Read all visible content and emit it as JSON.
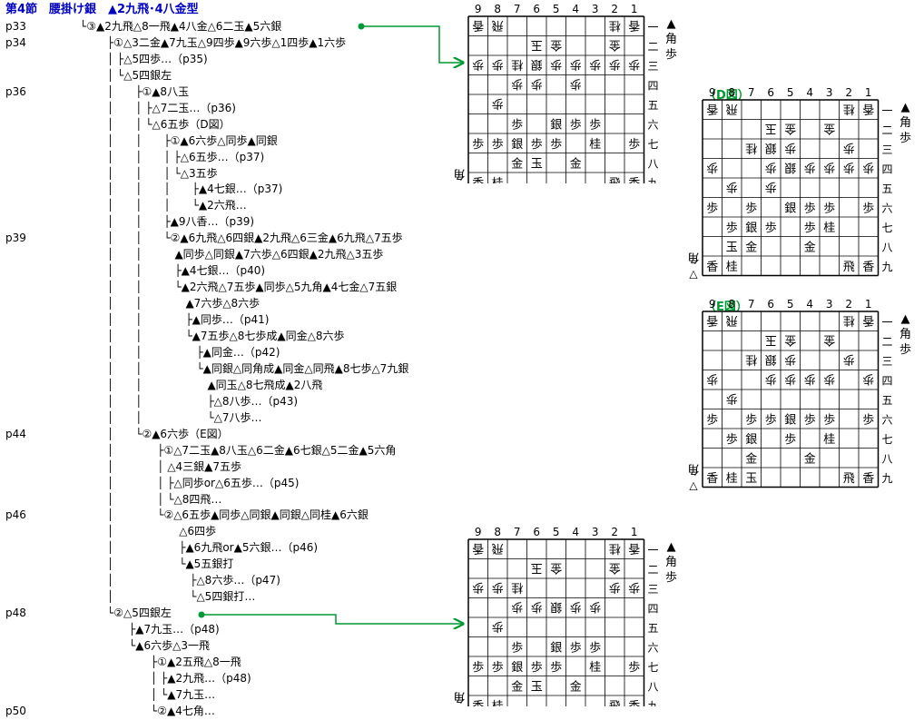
{
  "colors": {
    "title": "#0000c0",
    "figure_label": "#009933",
    "arrow": "#009933",
    "grid": "#000000"
  },
  "tree_lines": [
    {
      "page": "",
      "indent": 0,
      "text": "第4節　腰掛け銀　▲2九飛･4八金型",
      "kind": "head"
    },
    {
      "page": "p33",
      "indent": 88,
      "text": "└③▲2九飛△8一飛▲4八金△6二玉▲5六銀"
    },
    {
      "page": "p34",
      "indent": 118,
      "text": "├①△3二金▲7九玉△9四歩▲9六歩△1四歩▲1六歩"
    },
    {
      "page": "",
      "indent": 118,
      "text": "│ ├△5四歩…（p35)"
    },
    {
      "page": "",
      "indent": 118,
      "text": "│ └△5四銀左"
    },
    {
      "page": "p36",
      "indent": 118,
      "text": "│　　├①▲8八玉"
    },
    {
      "page": "",
      "indent": 118,
      "text": "│　　│ ├△7二玉…（p36)"
    },
    {
      "page": "",
      "indent": 118,
      "text": "│　　│ └△6五歩（D図）"
    },
    {
      "page": "",
      "indent": 118,
      "text": "│　　│　　├①▲6六歩△同歩▲同銀"
    },
    {
      "page": "",
      "indent": 118,
      "text": "│　　│　　│ ├△6五歩…（p37)"
    },
    {
      "page": "",
      "indent": 118,
      "text": "│　　│　　│ └△3五歩"
    },
    {
      "page": "",
      "indent": 118,
      "text": "│　　│　　│　　├▲4七銀…（p37)"
    },
    {
      "page": "",
      "indent": 118,
      "text": "│　　│　　│　　└▲2六飛…"
    },
    {
      "page": "",
      "indent": 118,
      "text": "│　　│　　├▲9八香…（p39)"
    },
    {
      "page": "p39",
      "indent": 118,
      "text": "│　　│　　└②▲6九飛△6四銀▲2九飛△6三金▲6九飛△7五歩"
    },
    {
      "page": "",
      "indent": 118,
      "text": "│　　│　　　▲同歩△同銀▲7六歩△6四銀▲2九飛△3五歩"
    },
    {
      "page": "",
      "indent": 118,
      "text": "│　　│　　　├▲4七銀…（p40)"
    },
    {
      "page": "",
      "indent": 118,
      "text": "│　　│　　　└▲2六飛△7五歩▲同歩△5九角▲4七金△7五銀"
    },
    {
      "page": "",
      "indent": 118,
      "text": "│　　│　　　　▲7六歩△8六歩"
    },
    {
      "page": "",
      "indent": 118,
      "text": "│　　│　　　　├▲同歩…（p41)"
    },
    {
      "page": "",
      "indent": 118,
      "text": "│　　│　　　　└▲7五歩△8七歩成▲同金△8六歩"
    },
    {
      "page": "",
      "indent": 118,
      "text": "│　　│　　　　　├▲同金…（p42)"
    },
    {
      "page": "",
      "indent": 118,
      "text": "│　　│　　　　　└▲同銀△同角成▲同金△同飛▲8七歩△7九銀"
    },
    {
      "page": "",
      "indent": 118,
      "text": "│　　│　　　　　　▲同玉△8七飛成▲2八飛"
    },
    {
      "page": "",
      "indent": 118,
      "text": "│　　│　　　　　　├△8八歩…（p43)"
    },
    {
      "page": "",
      "indent": 118,
      "text": "│　　│　　　　　　└△7八歩…"
    },
    {
      "page": "p44",
      "indent": 118,
      "text": "│　　└②▲6六歩（E図）"
    },
    {
      "page": "",
      "indent": 118,
      "text": "│　　　　├①△7二玉▲8八玉△6二金▲6七銀△5二金▲5六角"
    },
    {
      "page": "",
      "indent": 118,
      "text": "│　　　　│ △4三銀▲7五歩"
    },
    {
      "page": "",
      "indent": 118,
      "text": "│　　　　│ ├△同歩or△6五歩…（p45)"
    },
    {
      "page": "",
      "indent": 118,
      "text": "│　　　　│ └△8四飛…"
    },
    {
      "page": "p46",
      "indent": 118,
      "text": "│　　　　└②△6五歩▲同歩△同銀▲同銀△同桂▲6六銀"
    },
    {
      "page": "",
      "indent": 118,
      "text": "│　　　　　　△6四歩"
    },
    {
      "page": "",
      "indent": 118,
      "text": "│　　　　　　├▲6九飛or▲5六銀…（p46)"
    },
    {
      "page": "",
      "indent": 118,
      "text": "│　　　　　　└▲5五銀打"
    },
    {
      "page": "",
      "indent": 118,
      "text": "│　　　　　　　├△8六歩…（p47)"
    },
    {
      "page": "",
      "indent": 118,
      "text": "│　　　　　　　└△5四銀打…"
    },
    {
      "page": "p48",
      "indent": 118,
      "text": "└②△5四銀左"
    },
    {
      "page": "",
      "indent": 118,
      "text": "　　├▲7九玉…（p48)"
    },
    {
      "page": "",
      "indent": 118,
      "text": "　　└▲6六歩△3一飛"
    },
    {
      "page": "",
      "indent": 118,
      "text": "　　　　├①▲2五飛△8一飛"
    },
    {
      "page": "",
      "indent": 118,
      "text": "　　　　│ ├▲2九飛…（p48)"
    },
    {
      "page": "",
      "indent": 118,
      "text": "　　　　│ └▲7九玉…"
    },
    {
      "page": "p50",
      "indent": 118,
      "text": "　　　　└②▲4七角…"
    }
  ],
  "boards": [
    {
      "label": "",
      "files": [
        "9",
        "8",
        "7",
        "6",
        "5",
        "4",
        "3",
        "2",
        "1"
      ],
      "ranks": [
        "一",
        "二",
        "三",
        "四",
        "五",
        "六",
        "七",
        "八",
        "九"
      ],
      "sente_hand": [
        "▲",
        "角",
        "歩"
      ],
      "gote_hand": [
        "△",
        "角"
      ],
      "rows": [
        [
          "v香",
          "v飛",
          "",
          "",
          "",
          "",
          "",
          "v桂",
          "v香"
        ],
        [
          "",
          "",
          "",
          "v玉",
          "v金",
          "",
          "",
          "v金",
          ""
        ],
        [
          "v歩",
          "v歩",
          "v桂",
          "v銀",
          "v歩",
          "v歩",
          "v歩",
          "v歩",
          "v歩"
        ],
        [
          "",
          "",
          "v歩",
          "v歩",
          "",
          "v歩",
          "",
          "",
          ""
        ],
        [
          "",
          "v歩",
          "",
          "",
          "",
          "",
          "",
          "",
          ""
        ],
        [
          "",
          "",
          "歩",
          "",
          "銀",
          "歩",
          "歩",
          "",
          ""
        ],
        [
          "歩",
          "歩",
          "銀",
          "歩",
          "歩",
          "",
          "桂",
          "",
          "歩"
        ],
        [
          "",
          "",
          "金",
          "玉",
          "",
          "金",
          "",
          "",
          ""
        ],
        [
          "香",
          "桂",
          "",
          "",
          "",
          "",
          "",
          "飛",
          "香"
        ]
      ]
    },
    {
      "label": "（D図）",
      "files": [
        "9",
        "8",
        "7",
        "6",
        "5",
        "4",
        "3",
        "2",
        "1"
      ],
      "ranks": [
        "一",
        "二",
        "三",
        "四",
        "五",
        "六",
        "七",
        "八",
        "九"
      ],
      "sente_hand": [
        "▲",
        "角",
        "歩"
      ],
      "gote_hand": [
        "△",
        "角"
      ],
      "rows": [
        [
          "v香",
          "v飛",
          "",
          "",
          "",
          "",
          "",
          "v桂",
          "v香"
        ],
        [
          "",
          "",
          "",
          "v玉",
          "v金",
          "",
          "v金",
          "",
          ""
        ],
        [
          "",
          "",
          "v桂",
          "v銀",
          "v歩",
          "",
          "",
          "v歩",
          ""
        ],
        [
          "v歩",
          "",
          "",
          "v歩",
          "v銀",
          "v歩",
          "v歩",
          "v歩",
          "v歩"
        ],
        [
          "",
          "v歩",
          "",
          "v歩",
          "",
          "",
          "",
          "",
          ""
        ],
        [
          "歩",
          "",
          "歩",
          "",
          "銀",
          "歩",
          "歩",
          "",
          "歩"
        ],
        [
          "",
          "歩",
          "銀",
          "歩",
          "",
          "歩",
          "桂",
          "",
          ""
        ],
        [
          "",
          "玉",
          "金",
          "",
          "",
          "金",
          "",
          "",
          ""
        ],
        [
          "香",
          "桂",
          "",
          "",
          "",
          "",
          "",
          "飛",
          "香"
        ]
      ]
    },
    {
      "label": "（E図）",
      "files": [
        "9",
        "8",
        "7",
        "6",
        "5",
        "4",
        "3",
        "2",
        "1"
      ],
      "ranks": [
        "一",
        "二",
        "三",
        "四",
        "五",
        "六",
        "七",
        "八",
        "九"
      ],
      "sente_hand": [
        "▲",
        "角",
        "歩"
      ],
      "gote_hand": [
        "△",
        "角"
      ],
      "rows": [
        [
          "v香",
          "v飛",
          "",
          "",
          "",
          "",
          "",
          "v桂",
          "v香"
        ],
        [
          "",
          "",
          "",
          "v玉",
          "v金",
          "",
          "v金",
          "",
          ""
        ],
        [
          "",
          "",
          "v桂",
          "v銀",
          "v歩",
          "",
          "",
          "v歩",
          ""
        ],
        [
          "v歩",
          "",
          "",
          "v歩",
          "v歩",
          "v歩",
          "v歩",
          "",
          "v歩"
        ],
        [
          "",
          "v歩",
          "",
          "",
          "",
          "",
          "",
          "",
          ""
        ],
        [
          "歩",
          "",
          "歩",
          "歩",
          "銀",
          "歩",
          "歩",
          "",
          "歩"
        ],
        [
          "",
          "歩",
          "銀",
          "",
          "歩",
          "",
          "桂",
          "",
          ""
        ],
        [
          "",
          "",
          "金",
          "",
          "",
          "金",
          "",
          "",
          ""
        ],
        [
          "香",
          "桂",
          "玉",
          "",
          "",
          "",
          "",
          "飛",
          "香"
        ]
      ]
    },
    {
      "label": "",
      "files": [
        "9",
        "8",
        "7",
        "6",
        "5",
        "4",
        "3",
        "2",
        "1"
      ],
      "ranks": [
        "一",
        "二",
        "三",
        "四",
        "五",
        "六",
        "七",
        "八",
        "九"
      ],
      "sente_hand": [
        "▲",
        "角",
        "歩"
      ],
      "gote_hand": [
        "△",
        "角"
      ],
      "rows": [
        [
          "v香",
          "v飛",
          "",
          "",
          "",
          "",
          "",
          "v桂",
          "v香"
        ],
        [
          "",
          "",
          "",
          "v玉",
          "v金",
          "",
          "",
          "v金",
          ""
        ],
        [
          "v歩",
          "v歩",
          "v桂",
          "",
          "",
          "",
          "",
          "v歩",
          "v歩"
        ],
        [
          "",
          "",
          "v歩",
          "v歩",
          "v銀",
          "v歩",
          "v歩",
          "",
          ""
        ],
        [
          "",
          "v歩",
          "",
          "",
          "",
          "",
          "",
          "",
          ""
        ],
        [
          "",
          "",
          "歩",
          "",
          "銀",
          "歩",
          "歩",
          "",
          ""
        ],
        [
          "歩",
          "歩",
          "銀",
          "歩",
          "歩",
          "",
          "桂",
          "",
          "歩"
        ],
        [
          "",
          "",
          "金",
          "玉",
          "",
          "金",
          "",
          "",
          ""
        ],
        [
          "香",
          "桂",
          "",
          "",
          "",
          "",
          "",
          "飛",
          "香"
        ]
      ]
    }
  ]
}
